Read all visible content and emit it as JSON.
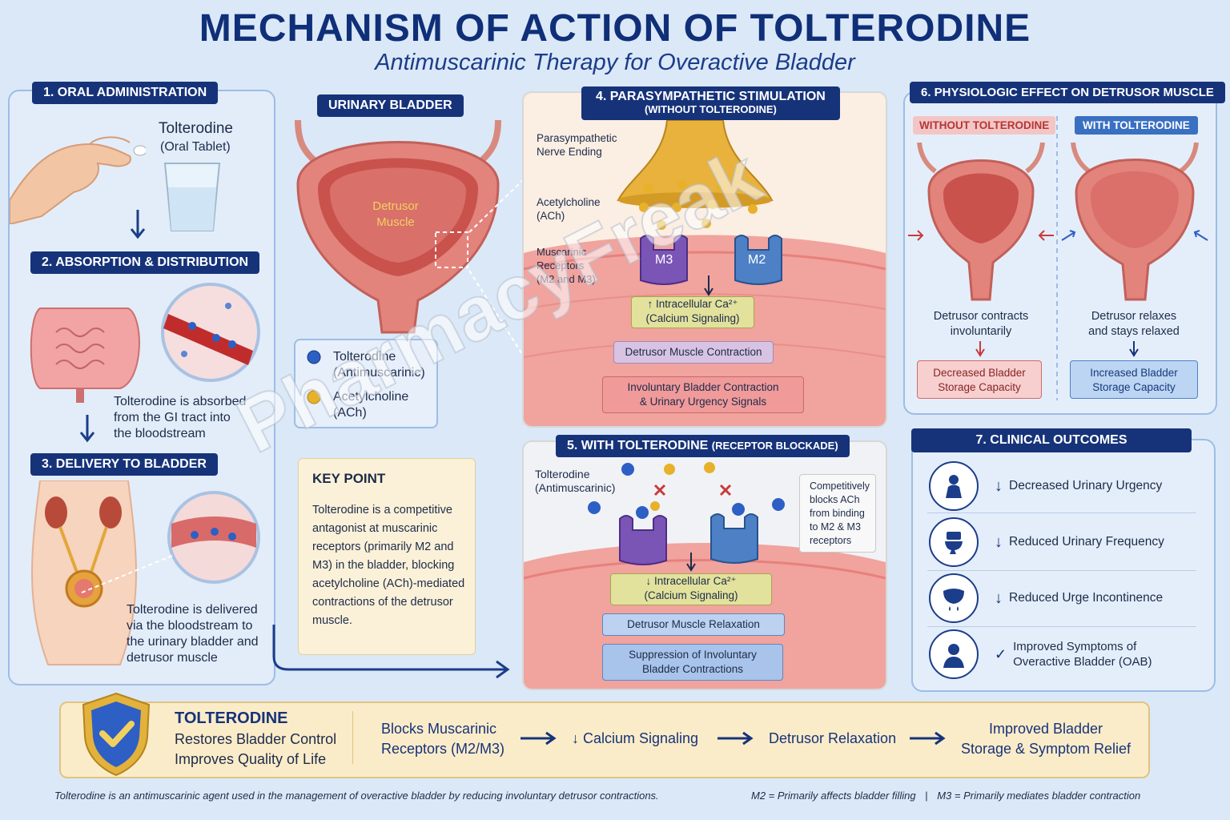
{
  "title": "MECHANISM OF ACTION OF TOLTERODINE",
  "subtitle": "Antimuscarinic Therapy for Overactive Bladder",
  "step1": {
    "label": "1. ORAL ADMINISTRATION",
    "drug": "Tolterodine",
    "form": "(Oral Tablet)"
  },
  "step2": {
    "label": "2. ABSORPTION & DISTRIBUTION",
    "text": [
      "Tolterodine is absorbed",
      "from the GI tract into",
      "the bloodstream"
    ]
  },
  "step3": {
    "label": "3. DELIVERY TO BLADDER",
    "text": [
      "Tolterodine is delivered",
      "via the bloodstream to",
      "the urinary bladder and",
      "detrusor muscle"
    ]
  },
  "bladder": {
    "label": "URINARY BLADDER",
    "muscle": [
      "Detrusor",
      "Muscle"
    ],
    "legend": [
      {
        "name": "Tolterodine",
        "sub": "(Antimuscarinic)",
        "color": "#2d5fc4"
      },
      {
        "name": "Acetylcholine",
        "sub": "(ACh)",
        "color": "#e8b12a"
      }
    ]
  },
  "key_point": {
    "heading": "KEY POINT",
    "text": "Tolterodine is a competitive antagonist at muscarinic receptors (primarily M2 and M3) in the bladder, blocking acetylcholine (ACh)-mediated contractions of the detrusor muscle."
  },
  "step4": {
    "label": "4. PARASYMPATHETIC STIMULATION",
    "sublabel": "(WITHOUT TOLTERODINE)",
    "nerve": [
      "Parasympathetic",
      "Nerve Ending"
    ],
    "ach": [
      "Acetylcholine",
      "(ACh)"
    ],
    "receptors": [
      "Muscarinic",
      "Receptors",
      "(M2 and M3)"
    ],
    "m3": "M3",
    "m2": "M2",
    "box1": [
      "↑ Intracellular Ca²⁺",
      "(Calcium Signaling)"
    ],
    "box2": "Detrusor Muscle Contraction",
    "box3": [
      "Involuntary Bladder Contraction",
      "& Urinary Urgency Signals"
    ]
  },
  "step5": {
    "label": "5. WITH TOLTERODINE",
    "label_suffix": "(RECEPTOR BLOCKADE)",
    "drug": [
      "Tolterodine",
      "(Antimuscarinic)"
    ],
    "note": [
      "Competitively",
      "blocks ACh",
      "from binding",
      "to M2 & M3",
      "receptors"
    ],
    "box1": [
      "↓ Intracellular Ca²⁺",
      "(Calcium Signaling)"
    ],
    "box2": "Detrusor Muscle Relaxation",
    "box3": [
      "Suppression of Involuntary",
      "Bladder Contractions"
    ]
  },
  "step6": {
    "label": "6. PHYSIOLOGIC EFFECT ON DETRUSOR MUSCLE",
    "without": {
      "label": "WITHOUT TOLTERODINE",
      "desc": [
        "Detrusor contracts",
        "involuntarily"
      ],
      "result": [
        "Decreased Bladder",
        "Storage Capacity"
      ]
    },
    "with": {
      "label": "WITH TOLTERODINE",
      "desc": [
        "Detrusor relaxes",
        "and stays relaxed"
      ],
      "result": [
        "Increased Bladder",
        "Storage Capacity"
      ]
    }
  },
  "step7": {
    "label": "7. CLINICAL OUTCOMES",
    "items": [
      {
        "arrow": "↓",
        "text": [
          "Decreased Urinary Urgency"
        ]
      },
      {
        "arrow": "↓",
        "text": [
          "Reduced Urinary Frequency"
        ]
      },
      {
        "arrow": "↓",
        "text": [
          "Reduced Urge Incontinence"
        ]
      },
      {
        "arrow": "✓",
        "text": [
          "Improved Symptoms of",
          "Overactive Bladder (OAB)"
        ]
      }
    ]
  },
  "summary": {
    "drug": "TOLTERODINE",
    "line1": "Restores Bladder Control",
    "line2": "Improves Quality of Life",
    "flow": [
      [
        "Blocks Muscarinic",
        "Receptors (M2/M3)"
      ],
      [
        "↓ Calcium Signaling"
      ],
      [
        "Detrusor Relaxation"
      ],
      [
        "Improved Bladder",
        "Storage & Symptom Relief"
      ]
    ]
  },
  "footer": {
    "left": "Tolterodine is an antimuscarinic agent used in the management of overactive bladder by reducing involuntary detrusor contractions.",
    "m2": "M2 = Primarily affects bladder filling",
    "sep": "|",
    "m3": "M3 = Primarily mediates bladder contraction"
  },
  "watermark": "PharmacyFreak",
  "colors": {
    "navy": "#16337a",
    "red": "#c73b3b",
    "blue": "#2d5fc4",
    "gold": "#e8b12a"
  }
}
